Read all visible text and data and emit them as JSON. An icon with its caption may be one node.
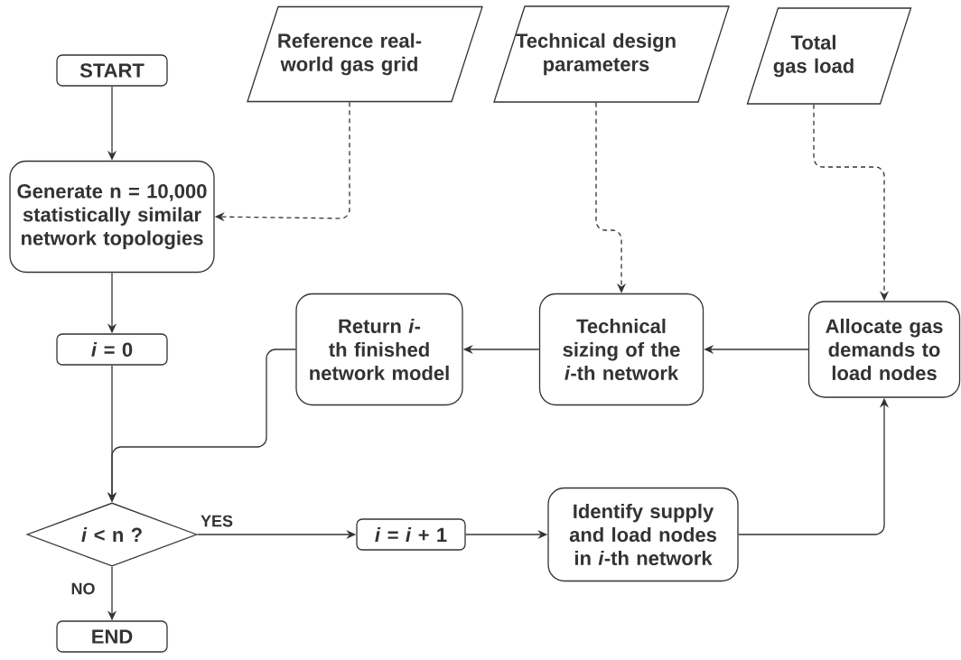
{
  "diagram": {
    "nodes": [
      {
        "text": [
          "START"
        ]
      },
      {
        "text": [
          "Reference real-world gas grid"
        ]
      },
      {
        "text": [
          "Technical design parameters"
        ]
      },
      {
        "text": [
          "Total gas load"
        ]
      },
      {
        "text": [
          "Generate n = 10,000 statistically similar network topologies"
        ]
      },
      {
        "text": [
          "Return *i*-th finished network model"
        ]
      },
      {
        "text": [
          "Technical sizing of the *i*-th network"
        ]
      },
      {
        "text": [
          "Allocate gas demands to load nodes"
        ]
      },
      {
        "text": [
          "*i* = 0"
        ]
      },
      {
        "text": [
          "*i* < n ?"
        ]
      },
      {
        "text": [
          "*i* = *i* + 1"
        ]
      },
      {
        "text": [
          "Identify supply and load nodes in *i*-th network"
        ]
      },
      {
        "text": [
          "END"
        ]
      }
    ],
    "edges": [
      {
        "from": 0,
        "to": 4,
        "arrow": "to"
      },
      {
        "from": 1,
        "to": 4,
        "arrow": "to",
        "style": "dashed"
      },
      {
        "from": 2,
        "to": 6,
        "arrow": "to",
        "style": "dashed"
      },
      {
        "from": 3,
        "to": 7,
        "arrow": "to",
        "style": "dashed"
      },
      {
        "from": 4,
        "to": 8,
        "arrow": "to"
      },
      {
        "from": 8,
        "to": 9,
        "arrow": "to"
      },
      {
        "from": 7,
        "to": 6,
        "arrow": "to"
      },
      {
        "from": 6,
        "to": 5,
        "arrow": "to"
      },
      {
        "from": 5,
        "to": 9,
        "arrow": "to"
      },
      {
        "from": 9,
        "to": 10,
        "arrow": "to",
        "label": "YES"
      },
      {
        "from": 10,
        "to": 11,
        "arrow": "to"
      },
      {
        "from": 11,
        "to": 7,
        "arrow": "to"
      },
      {
        "from": 9,
        "to": 12,
        "arrow": "to",
        "label": "NO"
      }
    ]
  }
}
